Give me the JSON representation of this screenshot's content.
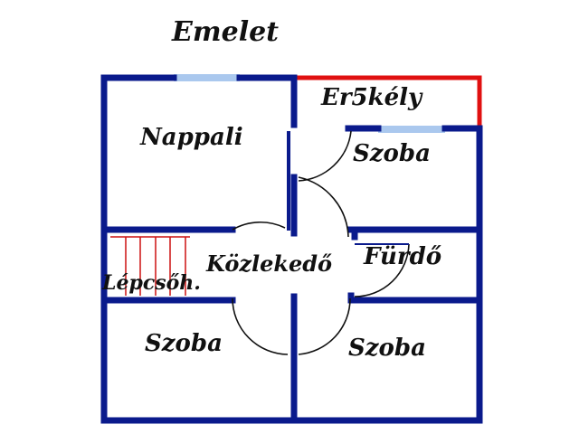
{
  "title": "Emelet",
  "rooms": {
    "nappali": "Nappali",
    "erkely": "Er5kély",
    "szoba_top_right": "Szoba",
    "kozlekedo": "Közlekedő",
    "furdo": "Fürdő",
    "lepcsohaz": "Lépcsőh.",
    "szoba_bottom_left": "Szoba",
    "szoba_bottom_right": "Szoba"
  },
  "colors": {
    "wall": "#0a1a8c",
    "balcony_rail": "#e01010",
    "window": "#aac8ee",
    "stairs": "#cc1111"
  }
}
